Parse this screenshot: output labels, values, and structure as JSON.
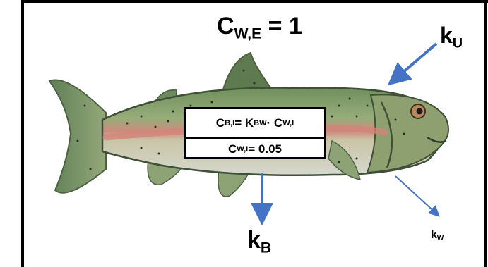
{
  "title_equation": {
    "main": "C",
    "sub": "W,E",
    "rest": " = 1"
  },
  "uptake_rate": {
    "main": "k",
    "sub": "U"
  },
  "biotransformation_rate": {
    "main": "k",
    "sub": "B"
  },
  "elimination_rate": {
    "main": "k",
    "sub": "W"
  },
  "equation_box": {
    "line1": {
      "c": "C",
      "c_sub": "B,I",
      "eq": " = K",
      "k_sub": "BW",
      "dot": "· C",
      "c2_sub": "W,I"
    },
    "line2": {
      "c": "C",
      "c_sub": "W,I",
      "rest": " = 0.05"
    }
  },
  "colors": {
    "arrow": "#4472c4",
    "fish_back": "#7d9a6a",
    "fish_belly": "#c9cfb9",
    "fish_stripe": "#d4837a"
  },
  "icons": [
    "trout-illustration"
  ]
}
